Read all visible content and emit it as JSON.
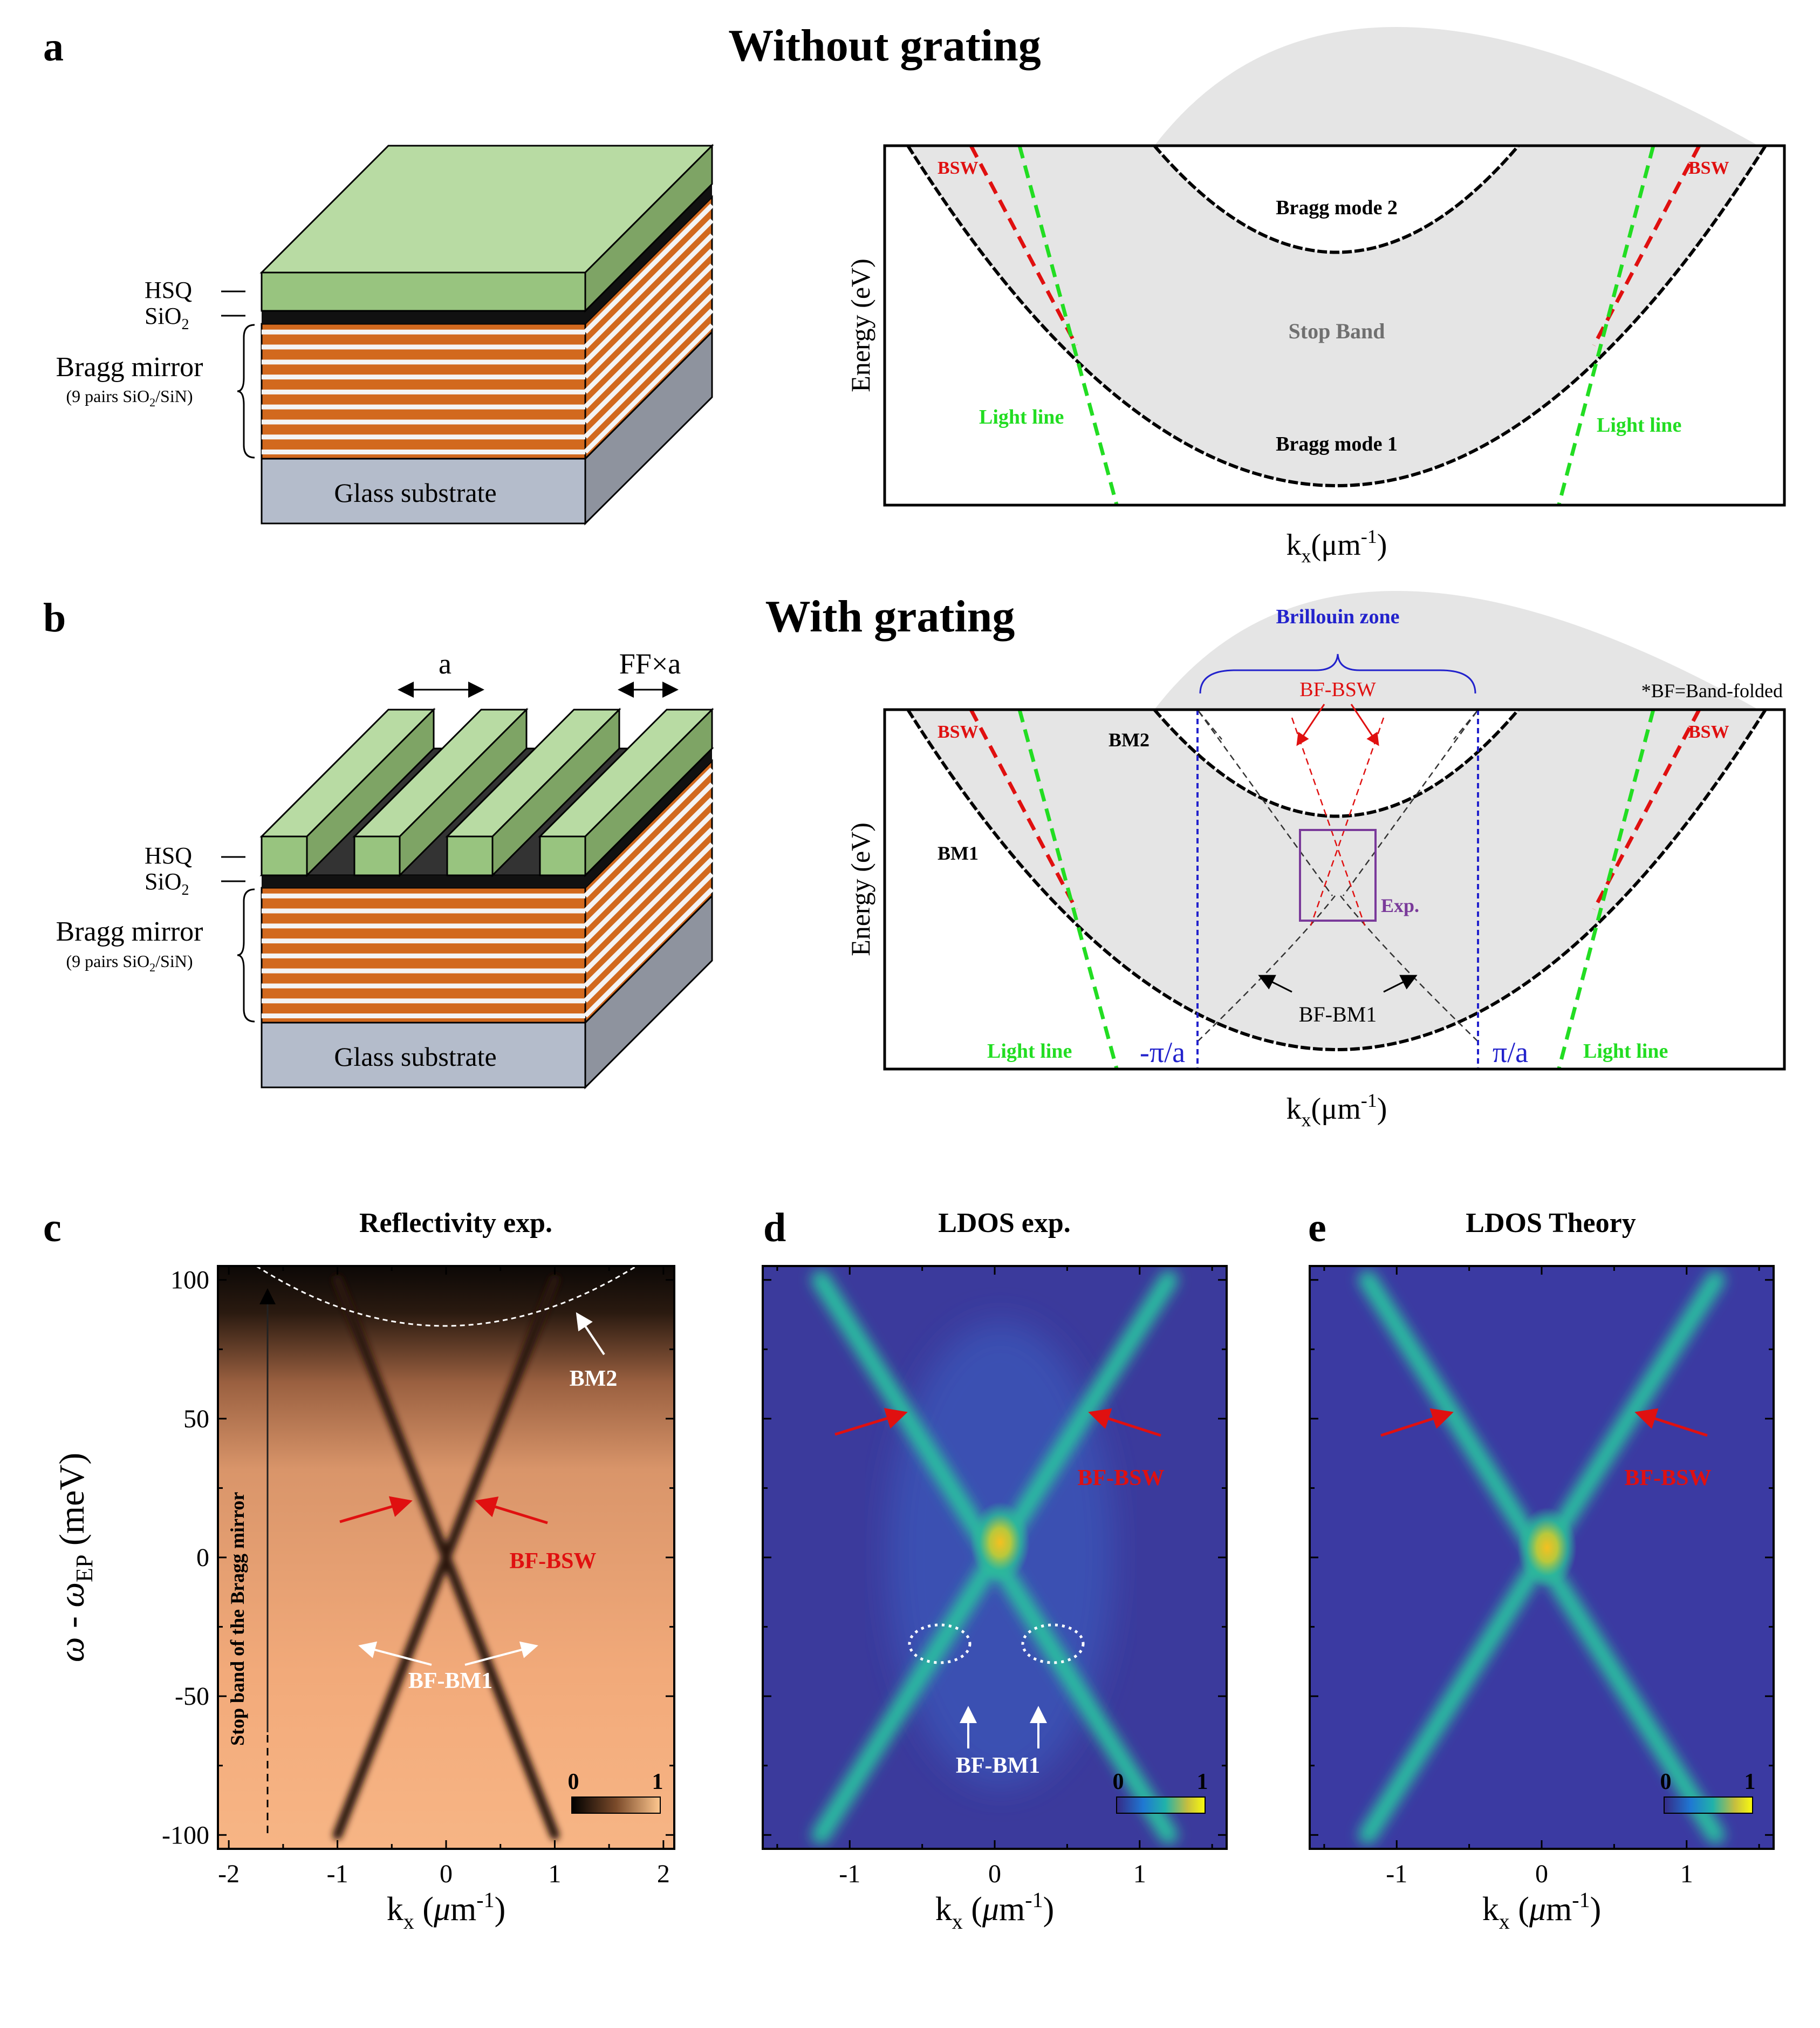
{
  "panel_a": {
    "letter": "a",
    "title": "Without grating",
    "stack_labels": {
      "hsq": "HSQ",
      "sio2": "SiO",
      "sio2_sub": "2",
      "bragg": "Bragg mirror",
      "pairs_pre": "(9 pairs SiO",
      "pairs_sub": "2",
      "pairs_post": "/SiN)",
      "substrate": "Glass substrate"
    },
    "diagram": {
      "bsw_left": "BSW",
      "bsw_right": "BSW",
      "bragg_mode_2": "Bragg mode 2",
      "stop_band": "Stop Band",
      "bragg_mode_1": "Bragg mode 1",
      "light_line_left": "Light line",
      "light_line_right": "Light line",
      "ylabel": "Energy (eV)",
      "xlabel_k": "k",
      "xlabel_sub": "x",
      "xlabel_rest": "(μm",
      "xlabel_sup": "-1",
      "xlabel_end": ")"
    }
  },
  "panel_b": {
    "letter": "b",
    "title": "With grating",
    "period_label": "a",
    "ff_label": "FF×a",
    "stack_labels": {
      "hsq": "HSQ",
      "sio2": "SiO",
      "sio2_sub": "2",
      "bragg": "Bragg mirror",
      "pairs_pre": "(9 pairs SiO",
      "pairs_sub": "2",
      "pairs_post": "/SiN)",
      "substrate": "Glass substrate"
    },
    "diagram": {
      "brillouin": "Brillouin zone",
      "bf_bsw": "BF-BSW",
      "bf_note": "*BF=Band-folded",
      "bsw_left": "BSW",
      "bsw_right": "BSW",
      "bm2": "BM2",
      "bm1": "BM1",
      "exp": "Exp.",
      "bf_bm1": "BF-BM1",
      "light_line_left": "Light line",
      "light_line_right": "Light line",
      "minus_pi": "-π/a",
      "plus_pi": "π/a",
      "ylabel": "Energy (eV)",
      "xlabel_k": "k",
      "xlabel_sub": "x",
      "xlabel_rest": "(μm",
      "xlabel_sup": "-1",
      "xlabel_end": ")"
    }
  },
  "chart_data": [
    {
      "type": "heatmap",
      "letter": "c",
      "title": "Reflectivity exp.",
      "ylabel": "ω - ω_EP (meV)",
      "xlabel": "k_x (μm^-1)",
      "xlim": [
        -2.1,
        2.1
      ],
      "ylim": [
        -105,
        105
      ],
      "xticks": [
        "-2",
        "-1",
        "0",
        "1",
        "2"
      ],
      "yticks": [
        "100",
        "50",
        "0",
        "-50",
        "-100"
      ],
      "colorbar": {
        "min": "0",
        "max": "1",
        "colormap": "copper"
      },
      "annotations": [
        "BM2",
        "BF-BSW",
        "BF-BM1",
        "Stop band of the Bragg mirror"
      ],
      "series": [
        {
          "name": "BF-BSW",
          "x": [
            -1.0,
            -0.5,
            0.0,
            0.5,
            1.0
          ],
          "y": [
            -100,
            -50,
            0,
            50,
            100
          ]
        },
        {
          "name": "BF-BSW",
          "x": [
            1.0,
            0.5,
            0.0,
            -0.5,
            -1.0
          ],
          "y": [
            -100,
            -50,
            0,
            50,
            100
          ]
        }
      ]
    },
    {
      "type": "heatmap",
      "letter": "d",
      "title": "LDOS exp.",
      "xlabel": "k_x (μm^-1)",
      "xlim": [
        -1.6,
        1.6
      ],
      "ylim": [
        -105,
        105
      ],
      "xticks": [
        "-1",
        "0",
        "1"
      ],
      "colorbar": {
        "min": "0",
        "max": "1",
        "colormap": "parula"
      },
      "annotations": [
        "BF-BSW",
        "BF-BM1"
      ],
      "series": [
        {
          "name": "BF-BSW",
          "x": [
            -1.2,
            0.0,
            1.2
          ],
          "y": [
            -100,
            0,
            100
          ]
        },
        {
          "name": "BF-BSW",
          "x": [
            1.2,
            0.0,
            -1.2
          ],
          "y": [
            -100,
            0,
            100
          ]
        }
      ]
    },
    {
      "type": "heatmap",
      "letter": "e",
      "title": "LDOS Theory",
      "xlabel": "k_x (μm^-1)",
      "xlim": [
        -1.6,
        1.6
      ],
      "ylim": [
        -105,
        105
      ],
      "xticks": [
        "-1",
        "0",
        "1"
      ],
      "colorbar": {
        "min": "0",
        "max": "1",
        "colormap": "parula"
      },
      "annotations": [
        "BF-BSW"
      ],
      "series": [
        {
          "name": "BF-BSW",
          "x": [
            -1.2,
            0.0,
            1.2
          ],
          "y": [
            -100,
            0,
            100
          ]
        },
        {
          "name": "BF-BSW",
          "x": [
            1.2,
            0.0,
            -1.2
          ],
          "y": [
            -100,
            0,
            100
          ]
        }
      ]
    }
  ],
  "colors": {
    "hsq_top": "#b8dba3",
    "hsq_front": "#98c47f",
    "hsq_side": "#7ea465",
    "copper": "#d2691e",
    "substrate_front": "#b4bccb",
    "substrate_side": "#8e939e",
    "stopband": "#e5e5e5",
    "bsw": "#e01010",
    "light_line": "#22dd22",
    "bz": "#2222cc",
    "exp_box": "#7a3a9a"
  }
}
